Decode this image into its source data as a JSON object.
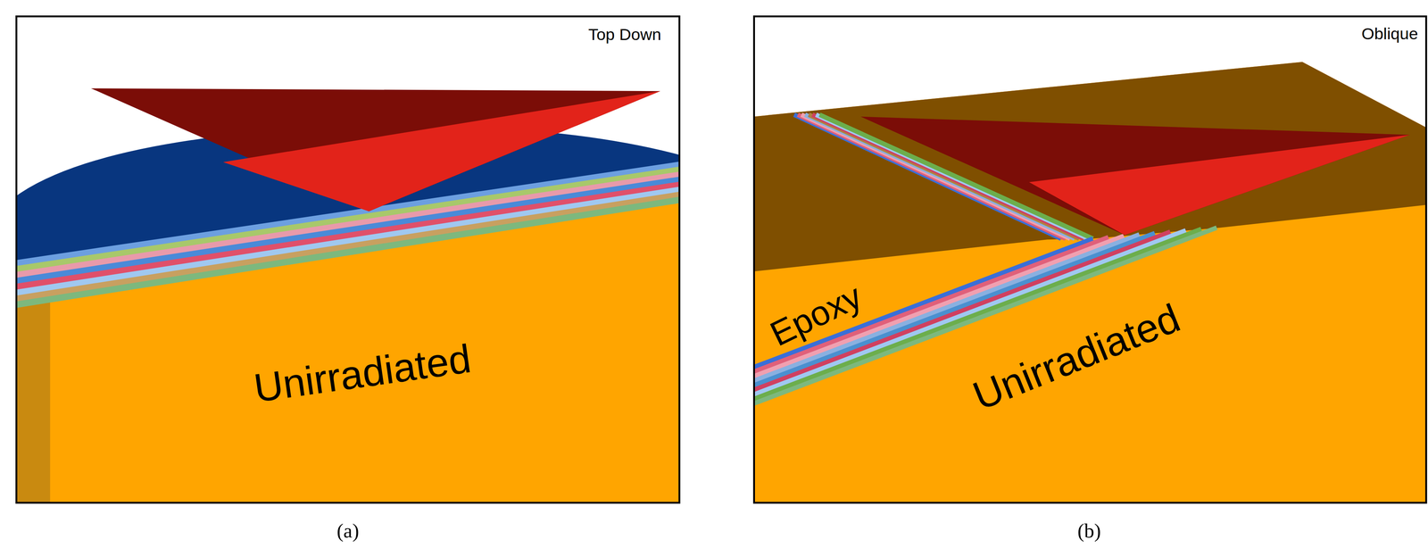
{
  "diagram": {
    "labels": [
      "Top Down",
      "Unirradiated",
      "Oblique",
      "Epoxy",
      "Unirradiated",
      "(a)",
      "(b)"
    ]
  }
}
